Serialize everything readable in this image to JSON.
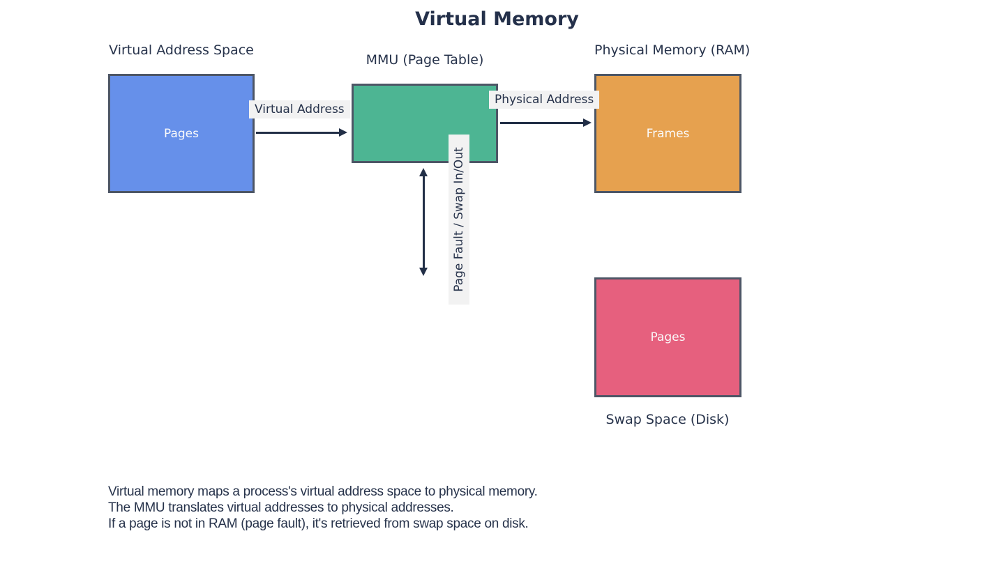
{
  "title": "Virtual Memory",
  "colors": {
    "background": "#ffffff",
    "ink": "#27334b",
    "arrow": "#222f47",
    "box_border": "#4d5666",
    "edge_label_bg": "#f2f2f2",
    "box_text_color": "#fafafa",
    "virtual_address_space_fill": "#6690ea",
    "mmu_fill": "#4db593",
    "physical_memory_fill": "#e6a14f",
    "swap_space_fill": "#e6607e"
  },
  "nodes": {
    "virtual_address_space": {
      "label": "Virtual Address Space",
      "box_text": "Pages"
    },
    "mmu": {
      "label": "MMU (Page Table)",
      "box_text": ""
    },
    "physical_memory": {
      "label": "Physical Memory (RAM)",
      "box_text": "Frames"
    },
    "swap_space": {
      "label": "Swap Space (Disk)",
      "box_text": "Pages"
    }
  },
  "edges": {
    "virtual_address": {
      "label": "Virtual Address"
    },
    "physical_address": {
      "label": "Physical Address"
    },
    "page_fault": {
      "label": "Page Fault / Swap In/Out"
    }
  },
  "notes": {
    "line1": "Virtual memory maps a process's virtual address space to physical memory.",
    "line2": "The MMU translates virtual addresses to physical addresses.",
    "line3": "If a page is not in RAM (page fault), it's retrieved from swap space on disk."
  }
}
